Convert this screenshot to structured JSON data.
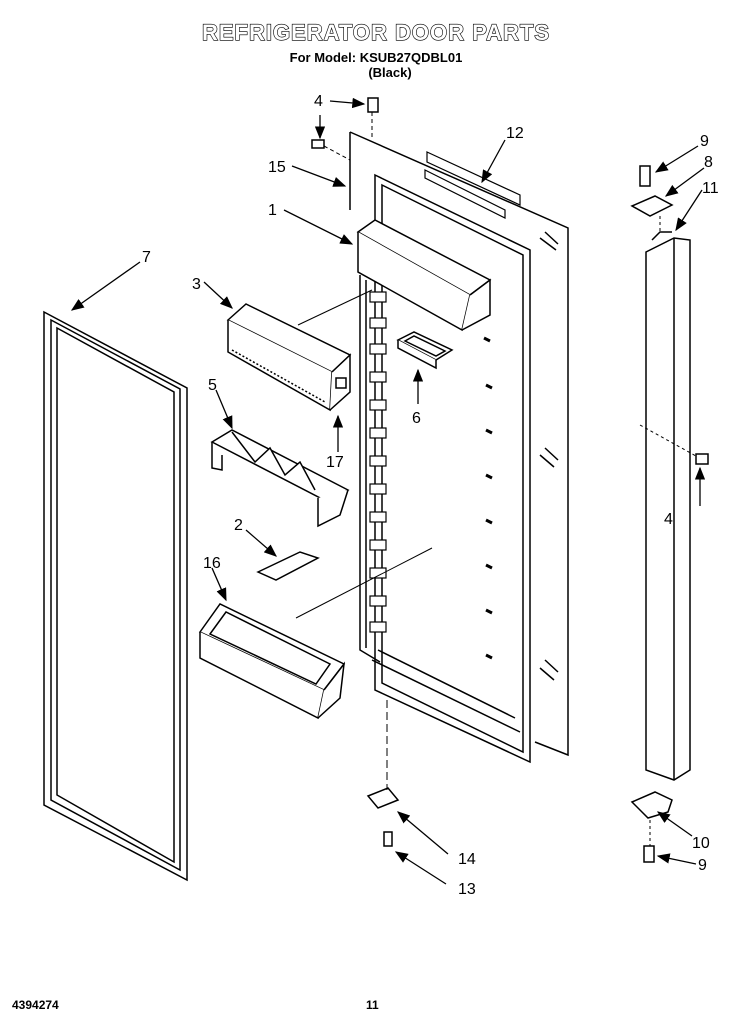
{
  "header": {
    "title": "REFRIGERATOR DOOR PARTS",
    "model_line": "For Model: KSUB27QDBL01",
    "color_line": "(Black)"
  },
  "callouts": [
    {
      "id": "c4a",
      "label": "4"
    },
    {
      "id": "c4b",
      "label": "4"
    },
    {
      "id": "c12",
      "label": "12"
    },
    {
      "id": "c15",
      "label": "15"
    },
    {
      "id": "c1",
      "label": "1"
    },
    {
      "id": "c7",
      "label": "7"
    },
    {
      "id": "c3",
      "label": "3"
    },
    {
      "id": "c5",
      "label": "5"
    },
    {
      "id": "c17",
      "label": "17"
    },
    {
      "id": "c6",
      "label": "6"
    },
    {
      "id": "c2",
      "label": "2"
    },
    {
      "id": "c16",
      "label": "16"
    },
    {
      "id": "c9a",
      "label": "9"
    },
    {
      "id": "c8",
      "label": "8"
    },
    {
      "id": "c11",
      "label": "11"
    },
    {
      "id": "c4c",
      "label": "4"
    },
    {
      "id": "c10",
      "label": "10"
    },
    {
      "id": "c9b",
      "label": "9"
    },
    {
      "id": "c14",
      "label": "14"
    },
    {
      "id": "c13",
      "label": "13"
    }
  ],
  "footer": {
    "doc_number": "4394274",
    "page_number": "11"
  }
}
